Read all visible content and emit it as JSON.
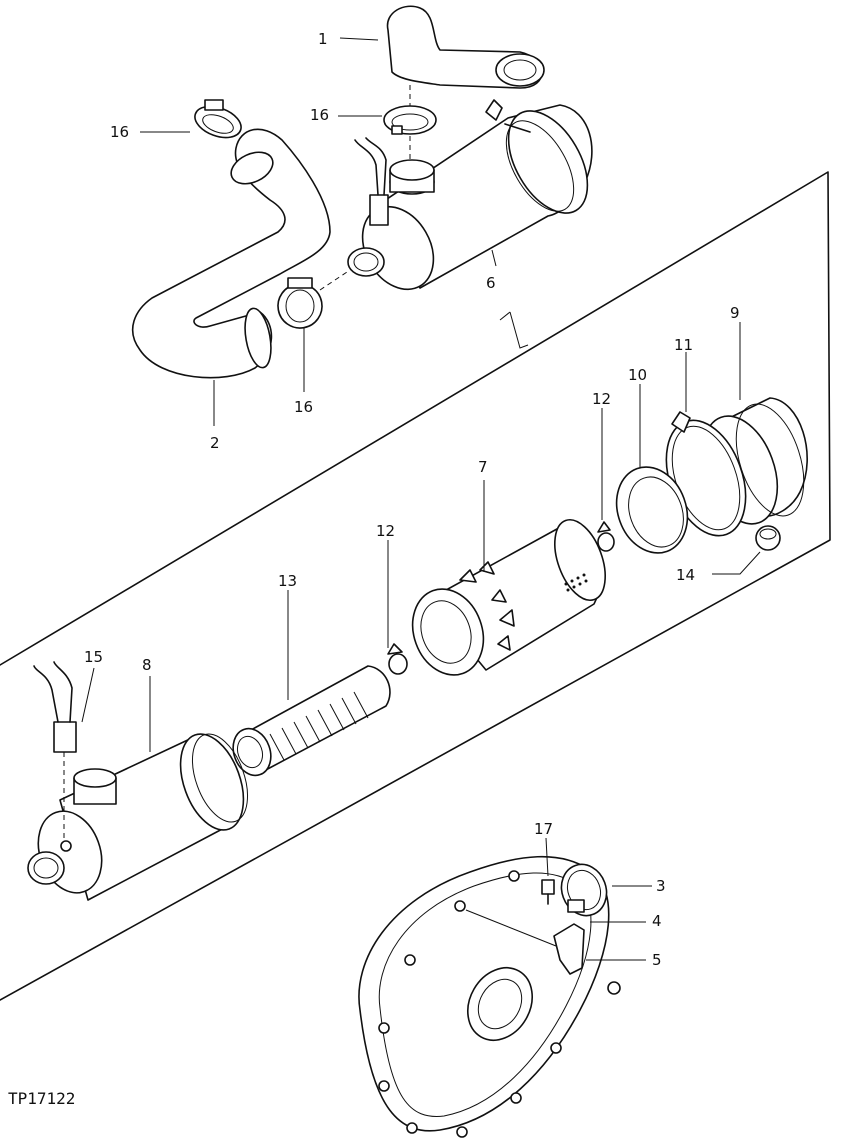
{
  "figure_id": "TP17122",
  "callouts": {
    "c1": "1",
    "c2": "2",
    "c3": "3",
    "c4": "4",
    "c5": "5",
    "c6": "6",
    "c7": "7",
    "c8": "8",
    "c9": "9",
    "c10": "10",
    "c11": "11",
    "c12a": "12",
    "c12b": "12",
    "c13": "13",
    "c14": "14",
    "c15": "15",
    "c16a": "16",
    "c16b": "16",
    "c16c": "16",
    "c17": "17"
  },
  "colors": {
    "ink": "#111111",
    "paper": "#ffffff"
  }
}
